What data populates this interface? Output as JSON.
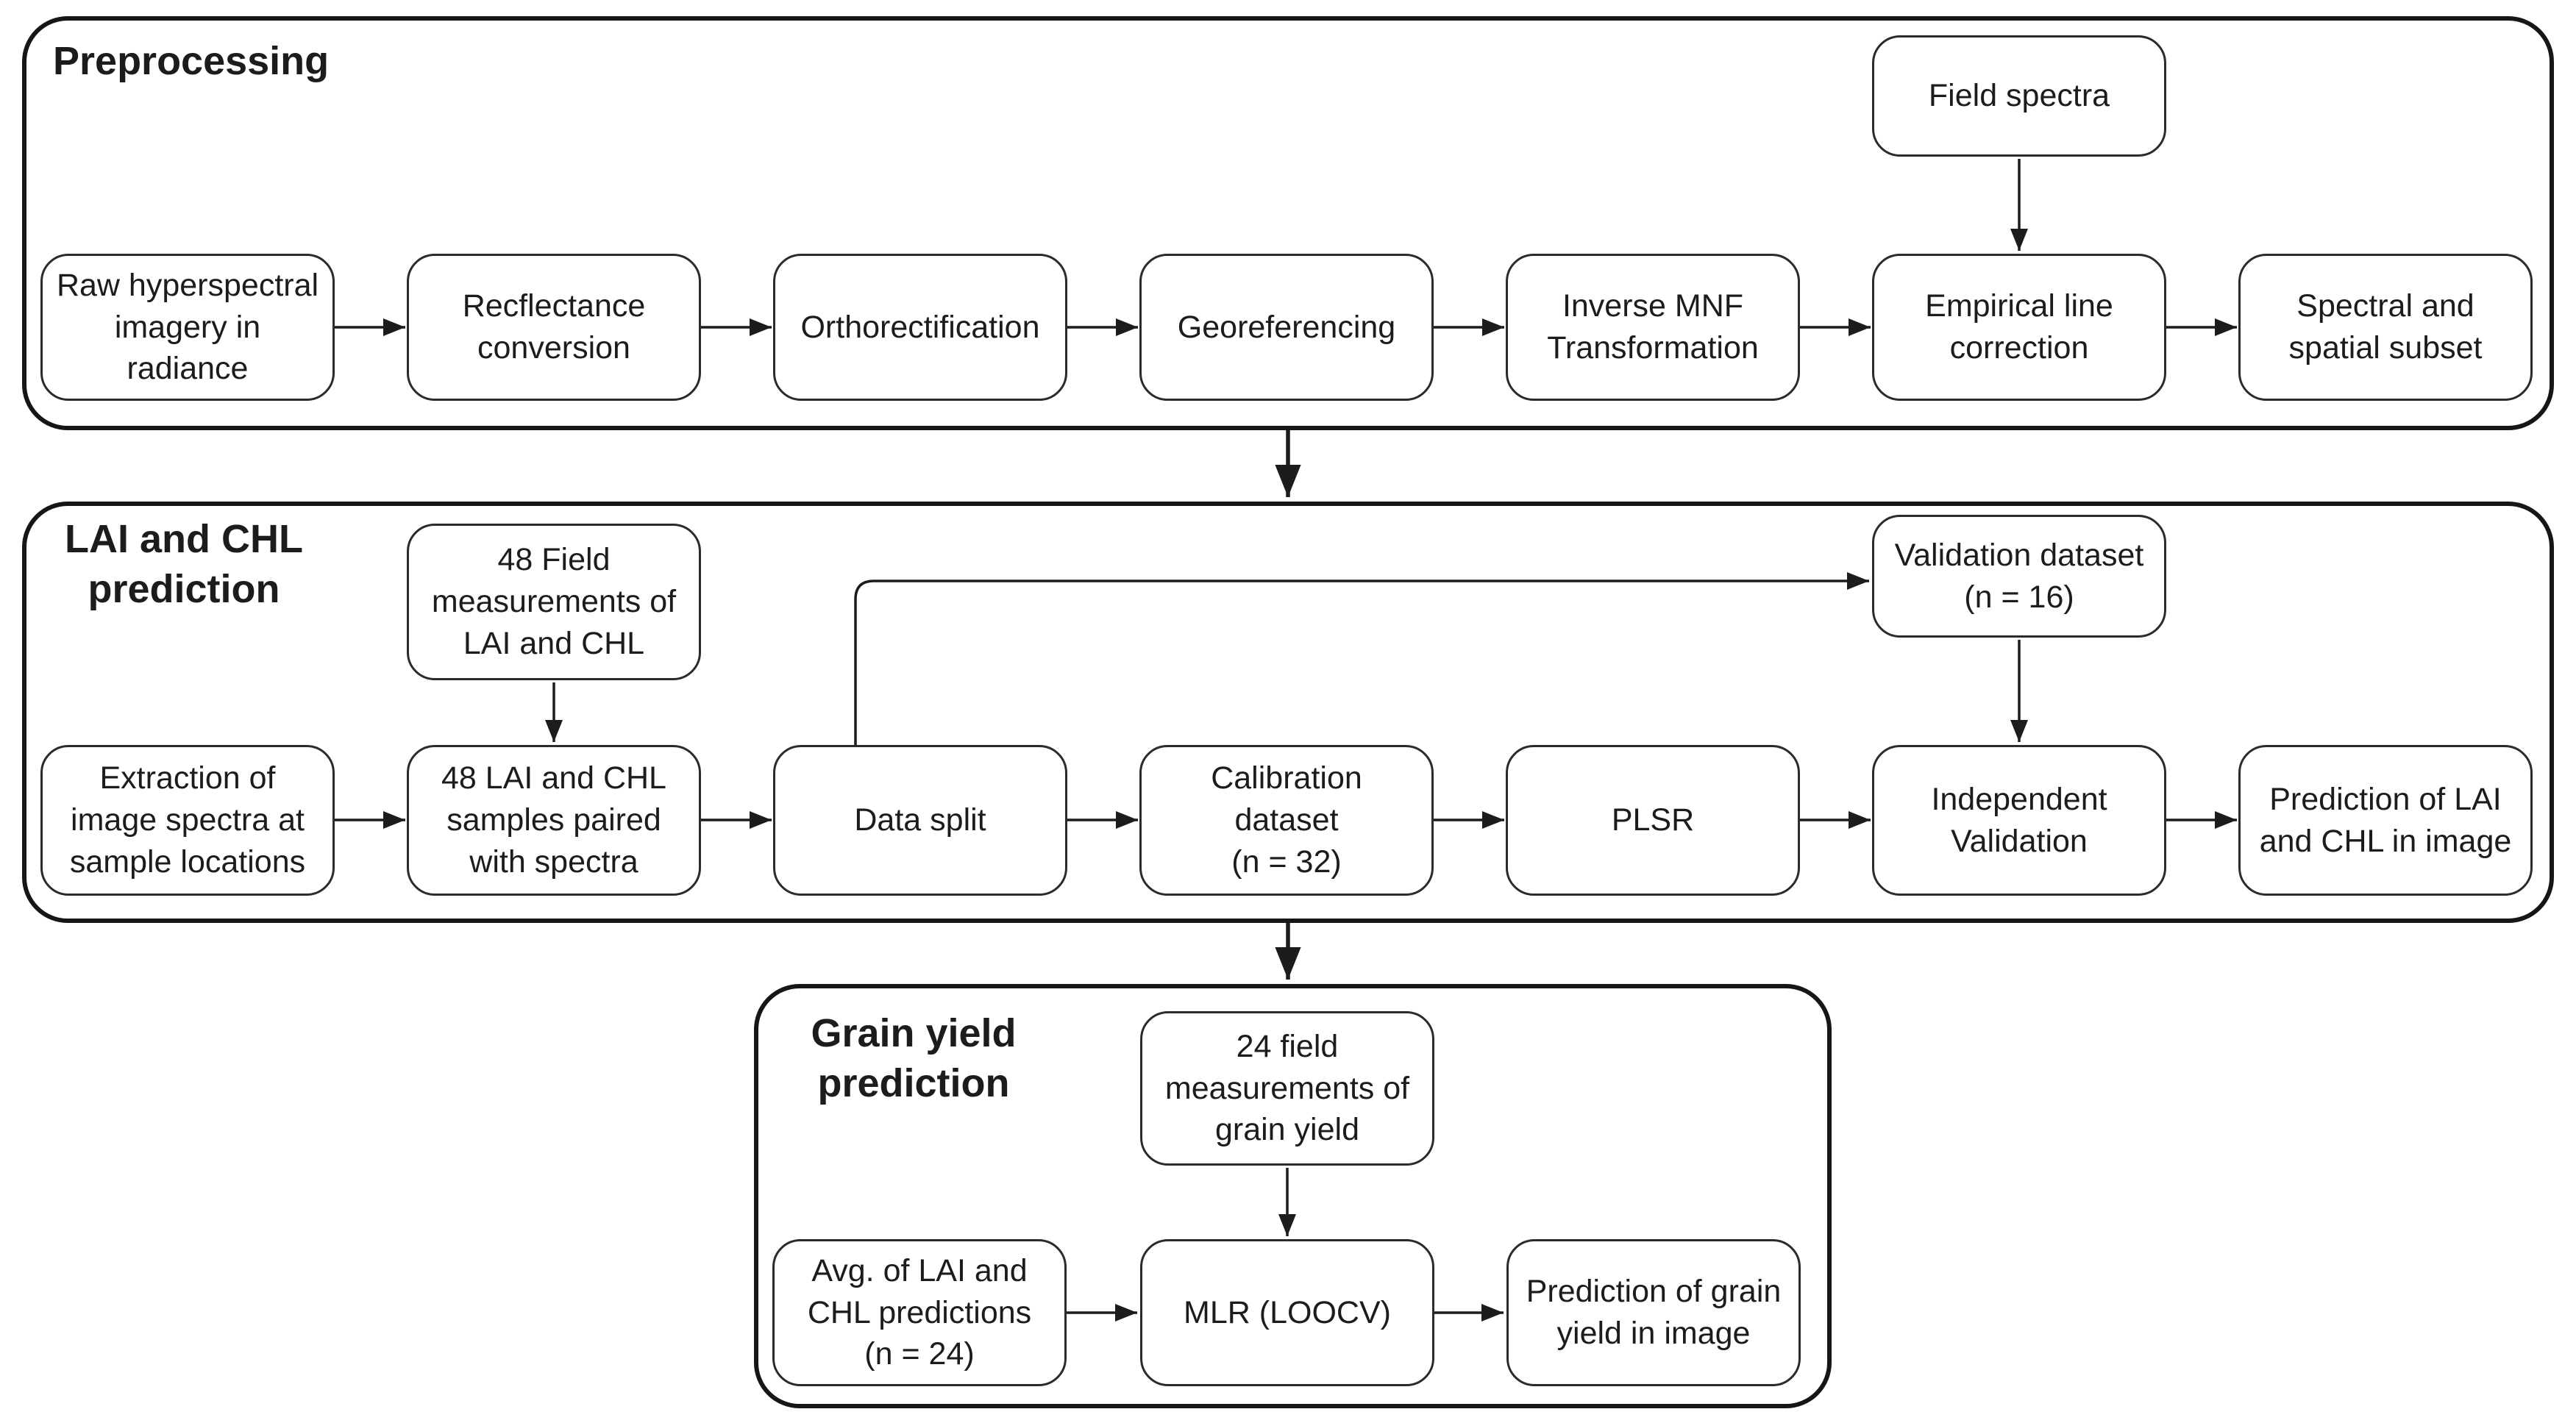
{
  "colors": {
    "background": "#ffffff",
    "ink": "#1c1c1c",
    "box_border": "#2b2b2b",
    "container_border": "#161616"
  },
  "sections": {
    "preprocessing": {
      "title": "Preprocessing",
      "boxes": {
        "raw": "Raw hyperspectral\nimagery in\nradiance",
        "reflectance": "Recflectance\nconversion",
        "ortho": "Orthorectification",
        "geo": "Georeferencing",
        "mnf": "Inverse MNF\nTransformation",
        "empirical": "Empirical line\ncorrection",
        "subset": "Spectral and\nspatial subset",
        "field_spectra": "Field spectra"
      }
    },
    "lai": {
      "title": "LAI and CHL\nprediction",
      "boxes": {
        "extraction": "Extraction of\nimage spectra at\nsample locations",
        "samples48": "48 LAI and CHL\nsamples paired\nwith spectra",
        "measurements48": "48 Field\nmeasurements of\nLAI and CHL",
        "data_split": "Data split",
        "calibration": "Calibration\ndataset\n(n = 32)",
        "plsr": "PLSR",
        "validation_dataset": "Validation dataset\n(n = 16)",
        "independent_validation": "Independent\nValidation",
        "prediction": "Prediction of LAI\nand CHL in image"
      }
    },
    "grain": {
      "title": "Grain yield\nprediction",
      "boxes": {
        "measurements24": "24 field\nmeasurements of\ngrain yield",
        "avg": "Avg. of LAI and\nCHL predictions\n(n = 24)",
        "mlr": "MLR (LOOCV)",
        "prediction": "Prediction of grain\nyield in image"
      }
    }
  }
}
